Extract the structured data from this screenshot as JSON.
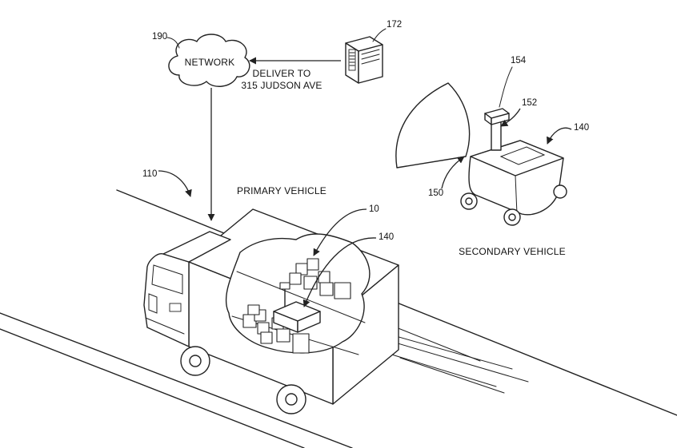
{
  "labels": {
    "network": "NETWORK",
    "deliver_line1": "DELIVER TO",
    "deliver_line2": "315 JUDSON AVE",
    "primary_vehicle": "PRIMARY VEHICLE",
    "secondary_vehicle": "SECONDARY VEHICLE"
  },
  "refs": {
    "r190": "190",
    "r172": "172",
    "r154": "154",
    "r152": "152",
    "r140_secondary": "140",
    "r150": "150",
    "r110": "110",
    "r10": "10",
    "r140_primary": "140"
  }
}
